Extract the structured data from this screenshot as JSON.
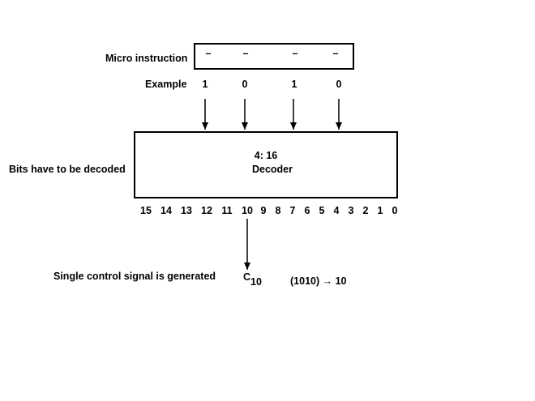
{
  "micro_instruction": {
    "label": "Micro instruction",
    "placeholders": [
      "–",
      "–",
      "–",
      "–"
    ]
  },
  "example": {
    "label": "Example",
    "bits": [
      "1",
      "0",
      "1",
      "0"
    ]
  },
  "decoder": {
    "side_label": "Bits have to be decoded",
    "line1": "4: 16",
    "line2": "Decoder",
    "outputs": [
      "15",
      "14",
      "13",
      "12",
      "11",
      "10",
      "9",
      "8",
      "7",
      "6",
      "5",
      "4",
      "3",
      "2",
      "1",
      "0"
    ]
  },
  "output": {
    "caption": "Single control signal is generated",
    "signal_letter": "C",
    "signal_subscript": "10",
    "mapping": "(1010) → 10"
  }
}
